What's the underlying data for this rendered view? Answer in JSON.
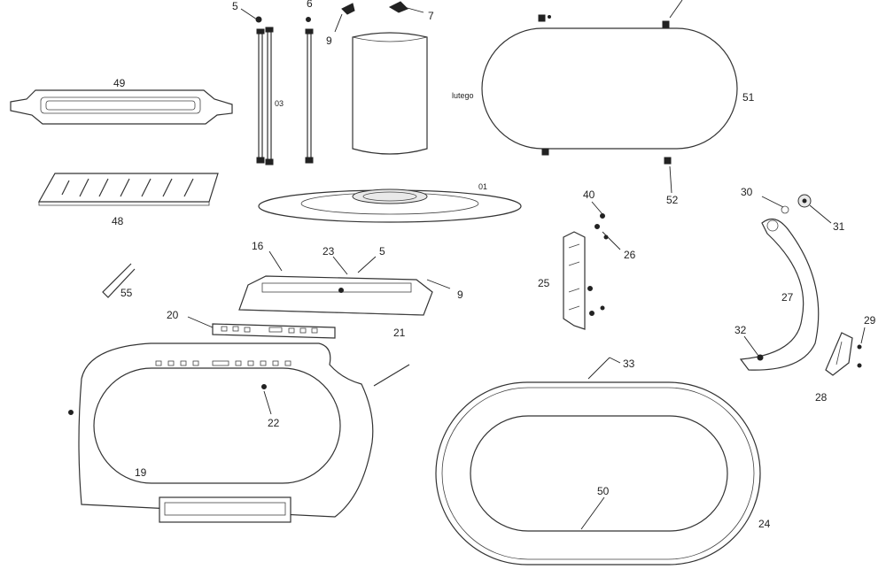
{
  "callouts": {
    "c5a": "5",
    "c6": "6",
    "c7": "7",
    "c9a": "9",
    "c03": "03",
    "c49": "49",
    "c48": "48",
    "c01": "01",
    "c51": "51",
    "c52": "52",
    "lutego": "lutego",
    "c40": "40",
    "c26": "26",
    "c25": "25",
    "c30": "30",
    "c31": "31",
    "c27": "27",
    "c29": "29",
    "c32": "32",
    "c28": "28",
    "c16": "16",
    "c23": "23",
    "c5b": "5",
    "c9b": "9",
    "c21": "21",
    "c20": "20",
    "c55": "55",
    "c22": "22",
    "c19": "19",
    "c33": "33",
    "c50": "50",
    "c24": "24"
  }
}
